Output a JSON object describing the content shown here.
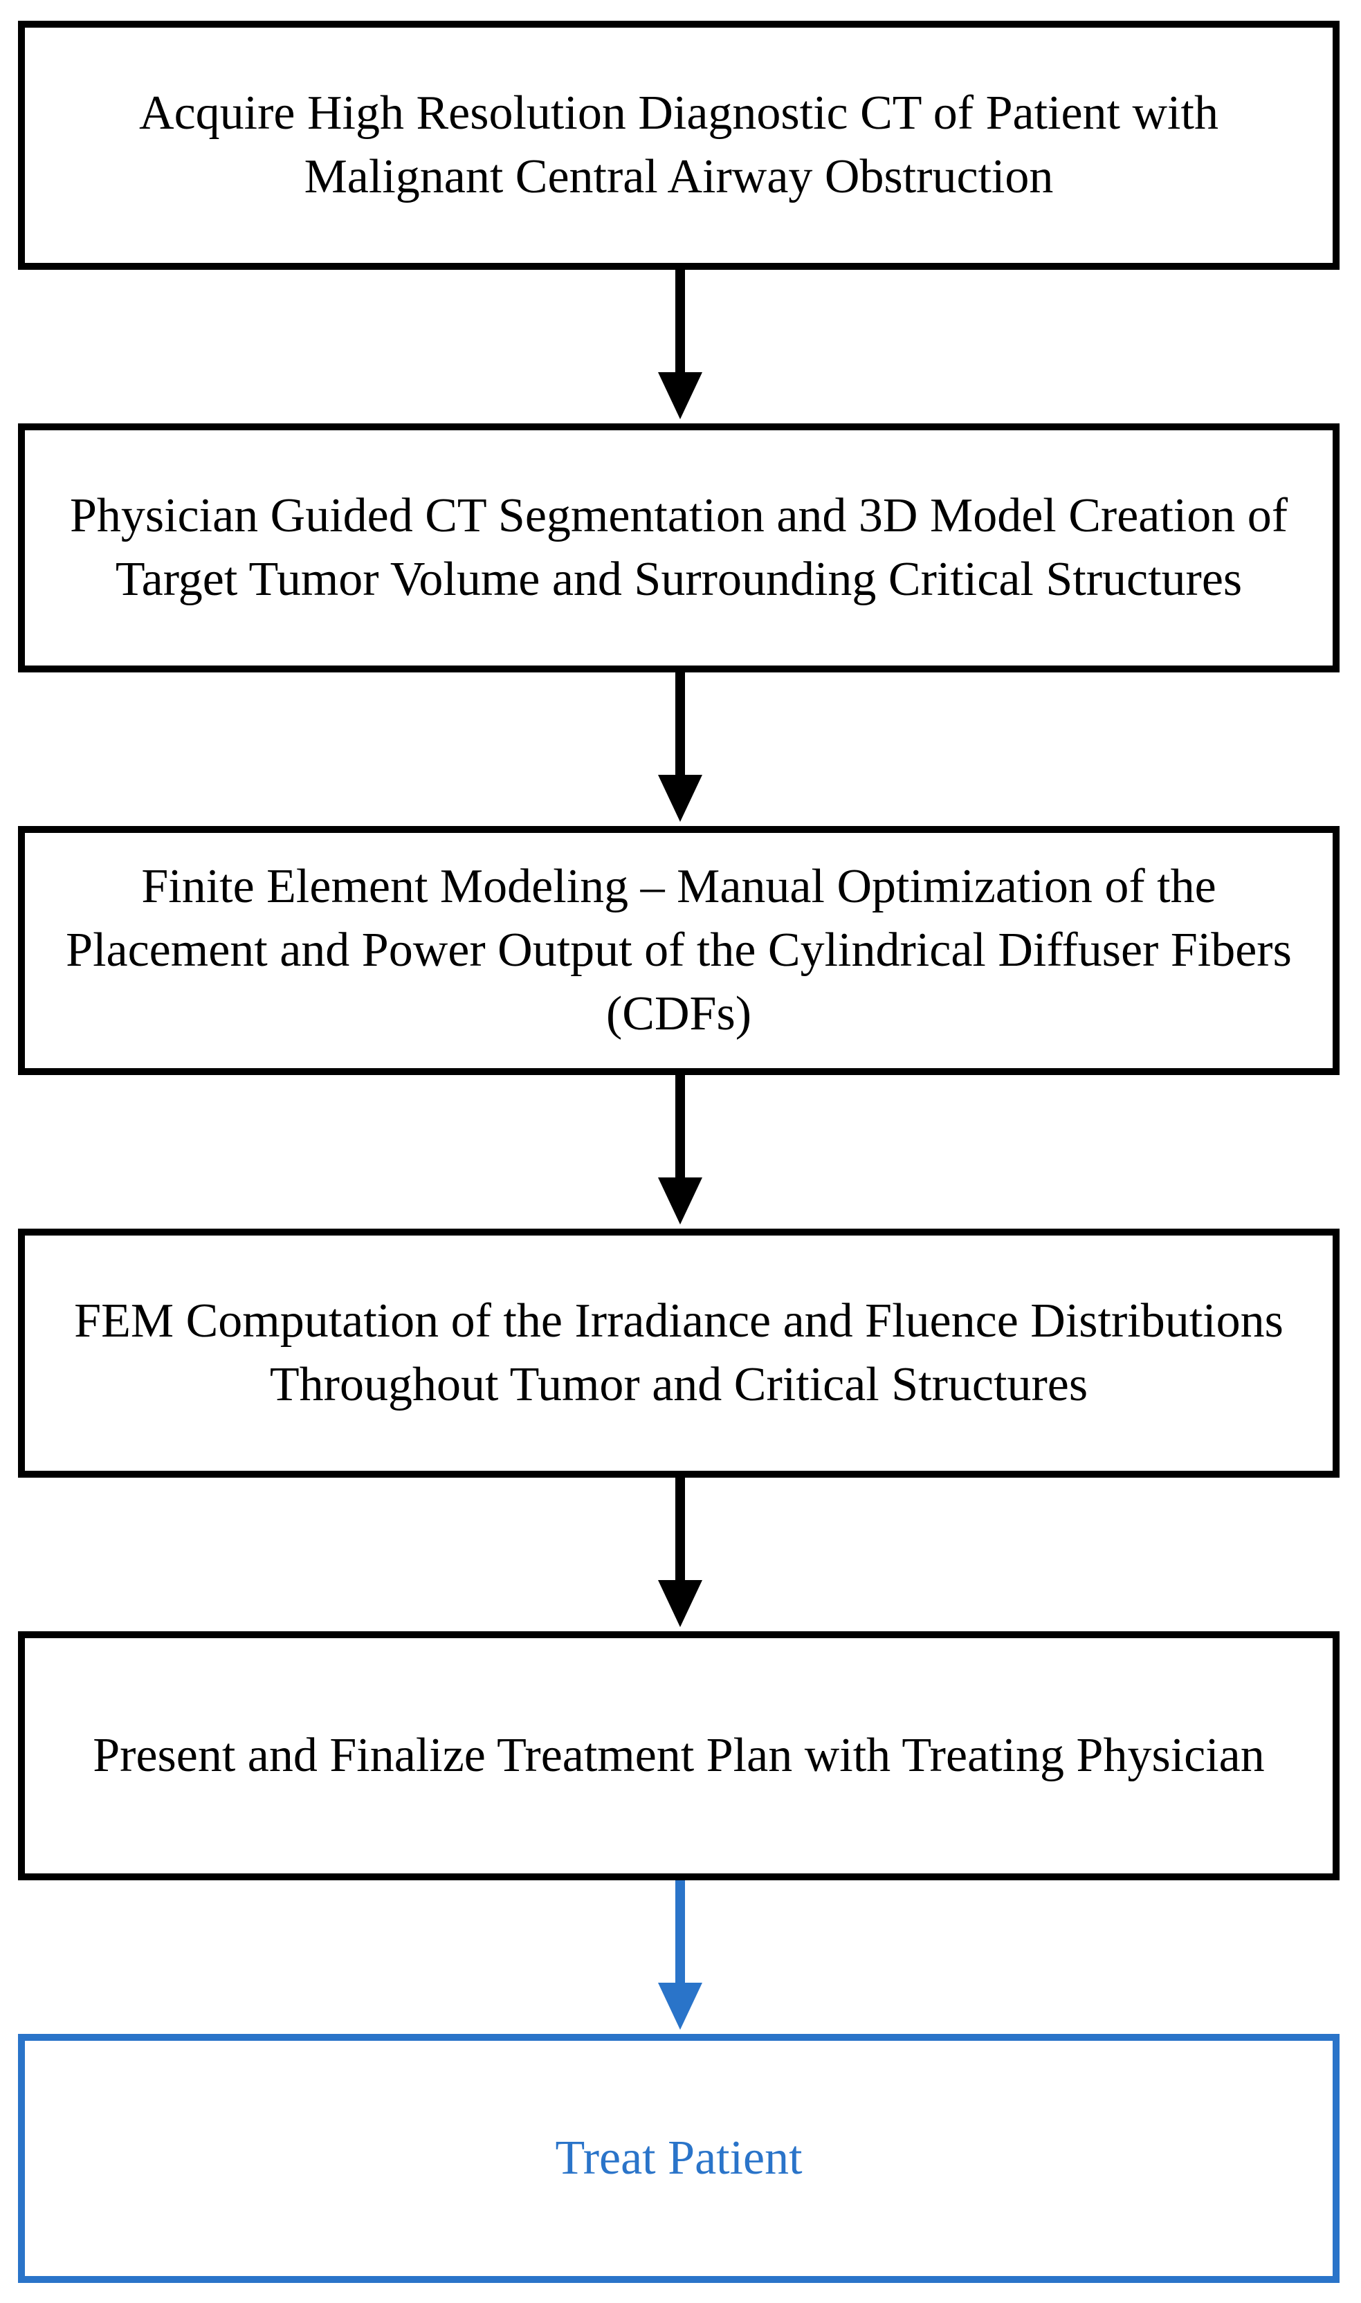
{
  "flowchart": {
    "steps": [
      {
        "label": "Acquire High Resolution Diagnostic CT of Patient with Malignant Central Airway Obstruction"
      },
      {
        "label": "Physician Guided CT Segmentation and 3D Model Creation of Target Tumor Volume and Surrounding Critical Structures"
      },
      {
        "label": "Finite Element Modeling – Manual Optimization of the Placement and Power Output of the Cylindrical Diffuser Fibers (CDFs)"
      },
      {
        "label": "FEM Computation of the Irradiance and Fluence Distributions Throughout Tumor and Critical Structures"
      },
      {
        "label": "Present and Finalize Treatment Plan with Treating Physician"
      },
      {
        "label": "Treat Patient"
      }
    ]
  },
  "colors": {
    "default_border": "#000000",
    "final_step": "#2a74c9"
  }
}
